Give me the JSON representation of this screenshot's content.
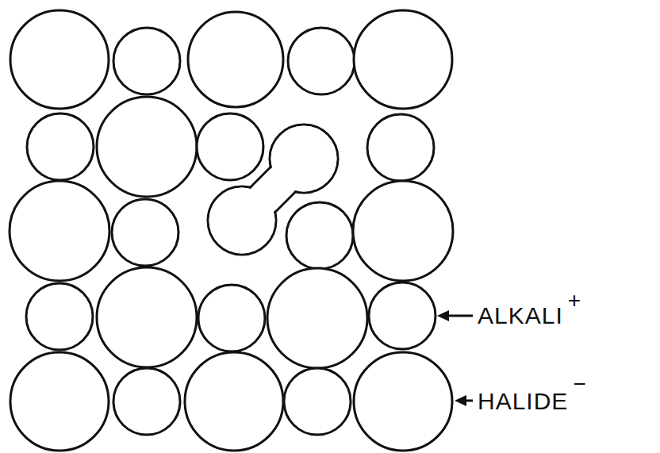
{
  "diagram": {
    "labels": [
      "ALKALI",
      "+",
      "HALIDE",
      "−"
    ]
  }
}
